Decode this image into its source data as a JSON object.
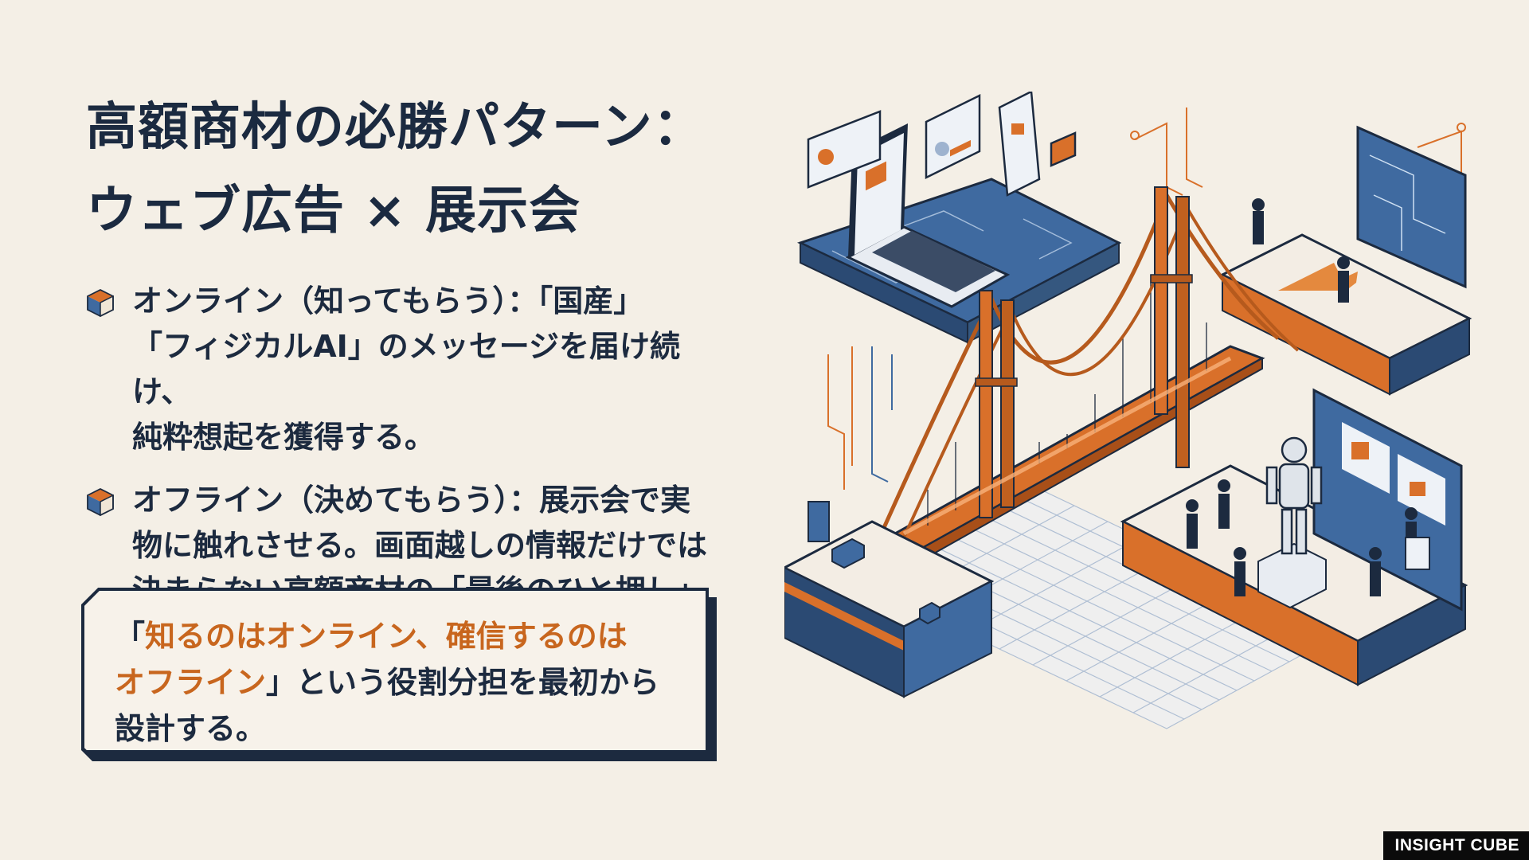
{
  "title": {
    "line1": "高額商材の必勝パターン：",
    "line2": "ウェブ広告 × 展示会"
  },
  "bullets": [
    {
      "icon": "cube-icon",
      "text": "オンライン（知ってもらう）：「国産」\n「フィジカルAI」のメッセージを届け続け、\n純粋想起を獲得する。"
    },
    {
      "icon": "cube-icon",
      "text": "オフライン（決めてもらう）：展示会で実\n物に触れさせる。画面越しの情報だけでは\n決まらない高額商材の「最後のひと押し」。"
    }
  ],
  "callout": {
    "open_quote": "「",
    "highlight_1": "知るのはオンライン、確信するのは",
    "highlight_2": "オフライン",
    "rest_1": "」という役割分担を最初から",
    "rest_2": "設計する。"
  },
  "brand": "INSIGHT CUBE",
  "colors": {
    "background": "#f4efe6",
    "navy": "#1c2a3f",
    "orange": "#d9702a",
    "blue": "#3f6aa0",
    "highlight_text": "#c8661e"
  }
}
